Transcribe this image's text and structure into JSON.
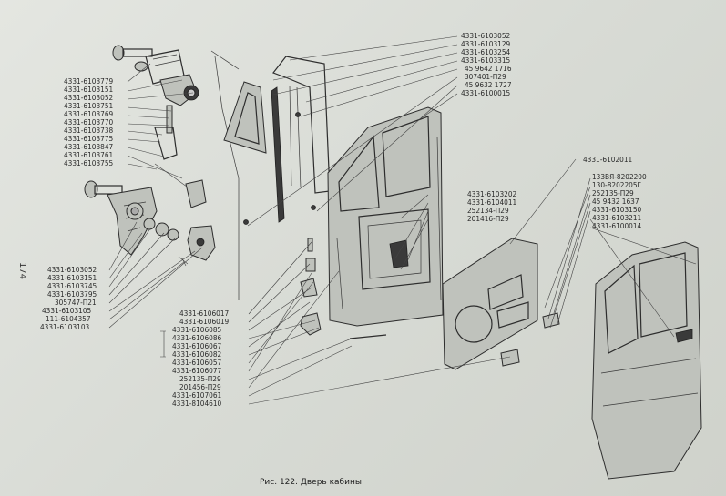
{
  "page_number": "174",
  "caption": "Рис. 122. Дверь кабины",
  "labels_upper_left": [
    "4331-6103779",
    "4331-6103151",
    "4331-6103052",
    "4331-6103751",
    "4331-6103769",
    "4331-6103770",
    "4331-6103738",
    "4331-6103775",
    "4331-6103847",
    "4331-6103761",
    "4331-6103755"
  ],
  "labels_lower_left": [
    "4331-6103052",
    "4331-6103151",
    "4331-6103745",
    "4331-6103795",
    "305747-П21",
    "4331-6103105",
    "111-6104357",
    "4331-6103103"
  ],
  "labels_top_center": [
    "4331-6103052",
    "4331-6103129",
    "4331-6103254",
    "4331-6103315",
    "45 9642 1716",
    "307401-П29",
    "45 9632 1727",
    "4331-6100015"
  ],
  "labels_mid_center": [
    "4331-6103202",
    "4331-6104011",
    "252134-П29",
    "201416-П29"
  ],
  "labels_bottom_center": [
    "4331-6106017",
    "4331-6106019",
    "4331-6106085",
    "4331-6106086",
    "4331-6106067",
    "4331-6106082",
    "4331-6106057",
    "4331-6106077",
    "252135-П29",
    "201456-П29",
    "4331-6107061",
    "4331-8104610"
  ],
  "labels_right": [
    "4331-6102011",
    "133ВЯ-8202200",
    "130-8202205Г",
    "252135-П29",
    "45 9432 1637",
    "4331-6103150",
    "4331-6103211",
    "4331-6100014"
  ]
}
